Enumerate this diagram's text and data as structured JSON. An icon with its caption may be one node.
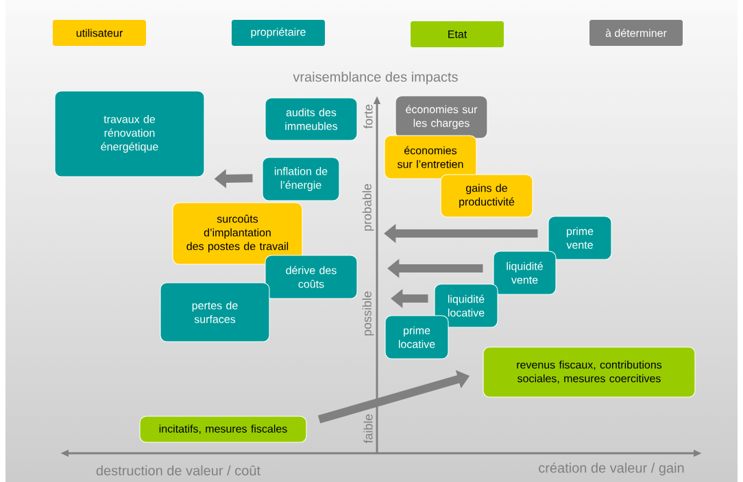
{
  "diagram": {
    "nodes": [
      {
        "text": [
          "travaux de rénovation énergétique"
        ]
      },
      {
        "text": [
          "audits des immeubles"
        ]
      },
      {
        "text": [
          "économies sur les charges"
        ]
      },
      {
        "text": [
          "économies sur l’entretien"
        ]
      },
      {
        "text": [
          "inflation de l’énergie"
        ]
      },
      {
        "text": [
          "gains de productivité"
        ]
      },
      {
        "text": [
          "surcoûts d’implantation des postes de travail"
        ]
      },
      {
        "text": [
          "prime vente"
        ]
      },
      {
        "text": [
          "dérive des coûts"
        ]
      },
      {
        "text": [
          "liquidité vente"
        ]
      },
      {
        "text": [
          "pertes de surfaces"
        ]
      },
      {
        "text": [
          "liquidité locative"
        ]
      },
      {
        "text": [
          "prime locative"
        ]
      },
      {
        "text": [
          "revenus fiscaux, contributions sociales, mesures coercitives"
        ]
      },
      {
        "text": [
          "incitatifs, mesures fiscales"
        ]
      }
    ],
    "edges": [
      {
        "from": 4,
        "to": 0,
        "arrow": "to"
      },
      {
        "from": 7,
        "to": null,
        "arrow": "to"
      },
      {
        "from": 9,
        "to": null,
        "arrow": "to"
      },
      {
        "from": 11,
        "to": null,
        "arrow": "to"
      },
      {
        "from": 14,
        "to": 13,
        "arrow": "to"
      }
    ],
    "labels": [
      "vraisemblance des impacts",
      "forte",
      "probable",
      "possible",
      "faible",
      "destruction de valeur / coût",
      "création de valeur / gain"
    ],
    "legend": [
      {
        "text": "utilisateur",
        "color": "#ffcc00"
      },
      {
        "text": "propriétaire",
        "color": "#009999"
      },
      {
        "text": "Etat",
        "color": "#99cc00"
      },
      {
        "text": "à déterminer",
        "color": "#808080"
      }
    ]
  }
}
